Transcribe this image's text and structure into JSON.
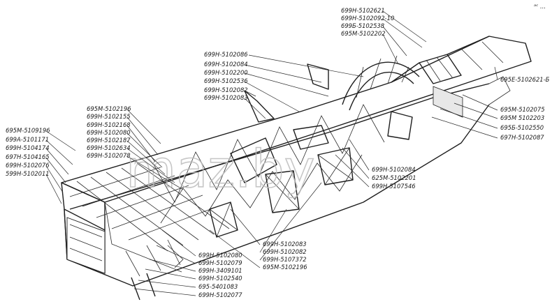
{
  "watermark": "maz.by",
  "corner_mark": "ᵃᶜ ...",
  "labels_left": [
    {
      "id": "l1",
      "text": "695М-5109196"
    },
    {
      "id": "l2",
      "text": "699А-5101171"
    },
    {
      "id": "l3",
      "text": "699Н-5104174"
    },
    {
      "id": "l4",
      "text": "697Н-5104165"
    },
    {
      "id": "l5",
      "text": "699Н-5102076"
    },
    {
      "id": "l6",
      "text": "599Н-5102011"
    }
  ],
  "labels_left_inner": [
    {
      "id": "li1",
      "text": "695М-5102196"
    },
    {
      "id": "li2",
      "text": "699Н-5102155"
    },
    {
      "id": "li3",
      "text": "699Н-5102168"
    },
    {
      "id": "li4",
      "text": "699Н-5102080"
    },
    {
      "id": "li5",
      "text": "699Н-5102187"
    },
    {
      "id": "li6",
      "text": "699Н-5102634"
    },
    {
      "id": "li7",
      "text": "699Н-5102078"
    }
  ],
  "labels_center_top": [
    {
      "id": "c1",
      "text": "699Н-5102086"
    },
    {
      "id": "c2",
      "text": "699Н-5102084"
    },
    {
      "id": "c3",
      "text": "699Н-5102200"
    },
    {
      "id": "c4",
      "text": "699Н-5102536"
    },
    {
      "id": "c5",
      "text": "699Н-5102082"
    },
    {
      "id": "c6",
      "text": "699Н-5102083"
    }
  ],
  "labels_top_right": [
    {
      "id": "t1",
      "text": "699Н-5102621"
    },
    {
      "id": "t2",
      "text": "699Н-5102092-10"
    },
    {
      "id": "t3",
      "text": "699Б-5102538"
    },
    {
      "id": "t4",
      "text": "695М-5102202"
    }
  ],
  "labels_right": [
    {
      "id": "r1",
      "text": "695Е-5102621-Б"
    },
    {
      "id": "r2",
      "text": "695М-5102075"
    },
    {
      "id": "r3",
      "text": "695М 5102203"
    },
    {
      "id": "r4",
      "text": "695Б-5102550"
    },
    {
      "id": "r5",
      "text": "697Н-5102087"
    }
  ],
  "labels_mid_right": [
    {
      "id": "m1",
      "text": "699Н-5102084"
    },
    {
      "id": "m2",
      "text": "625М-5102201"
    },
    {
      "id": "m3",
      "text": "699Н-5107546"
    }
  ],
  "labels_bottom_right": [
    {
      "id": "b1",
      "text": "699Н-5102083"
    },
    {
      "id": "b2",
      "text": "699Н-5102082"
    },
    {
      "id": "b3",
      "text": "699Н-5107372"
    },
    {
      "id": "b4",
      "text": "695М-5102196"
    }
  ],
  "labels_bottom": [
    {
      "id": "d1",
      "text": "699Н-5102080"
    },
    {
      "id": "d2",
      "text": "699Н-5102079"
    },
    {
      "id": "d3",
      "text": "699Н-3409101"
    },
    {
      "id": "d4",
      "text": "699Н-5102540"
    },
    {
      "id": "d5",
      "text": "695-5401083"
    },
    {
      "id": "d6",
      "text": "699Н-5102077"
    }
  ]
}
